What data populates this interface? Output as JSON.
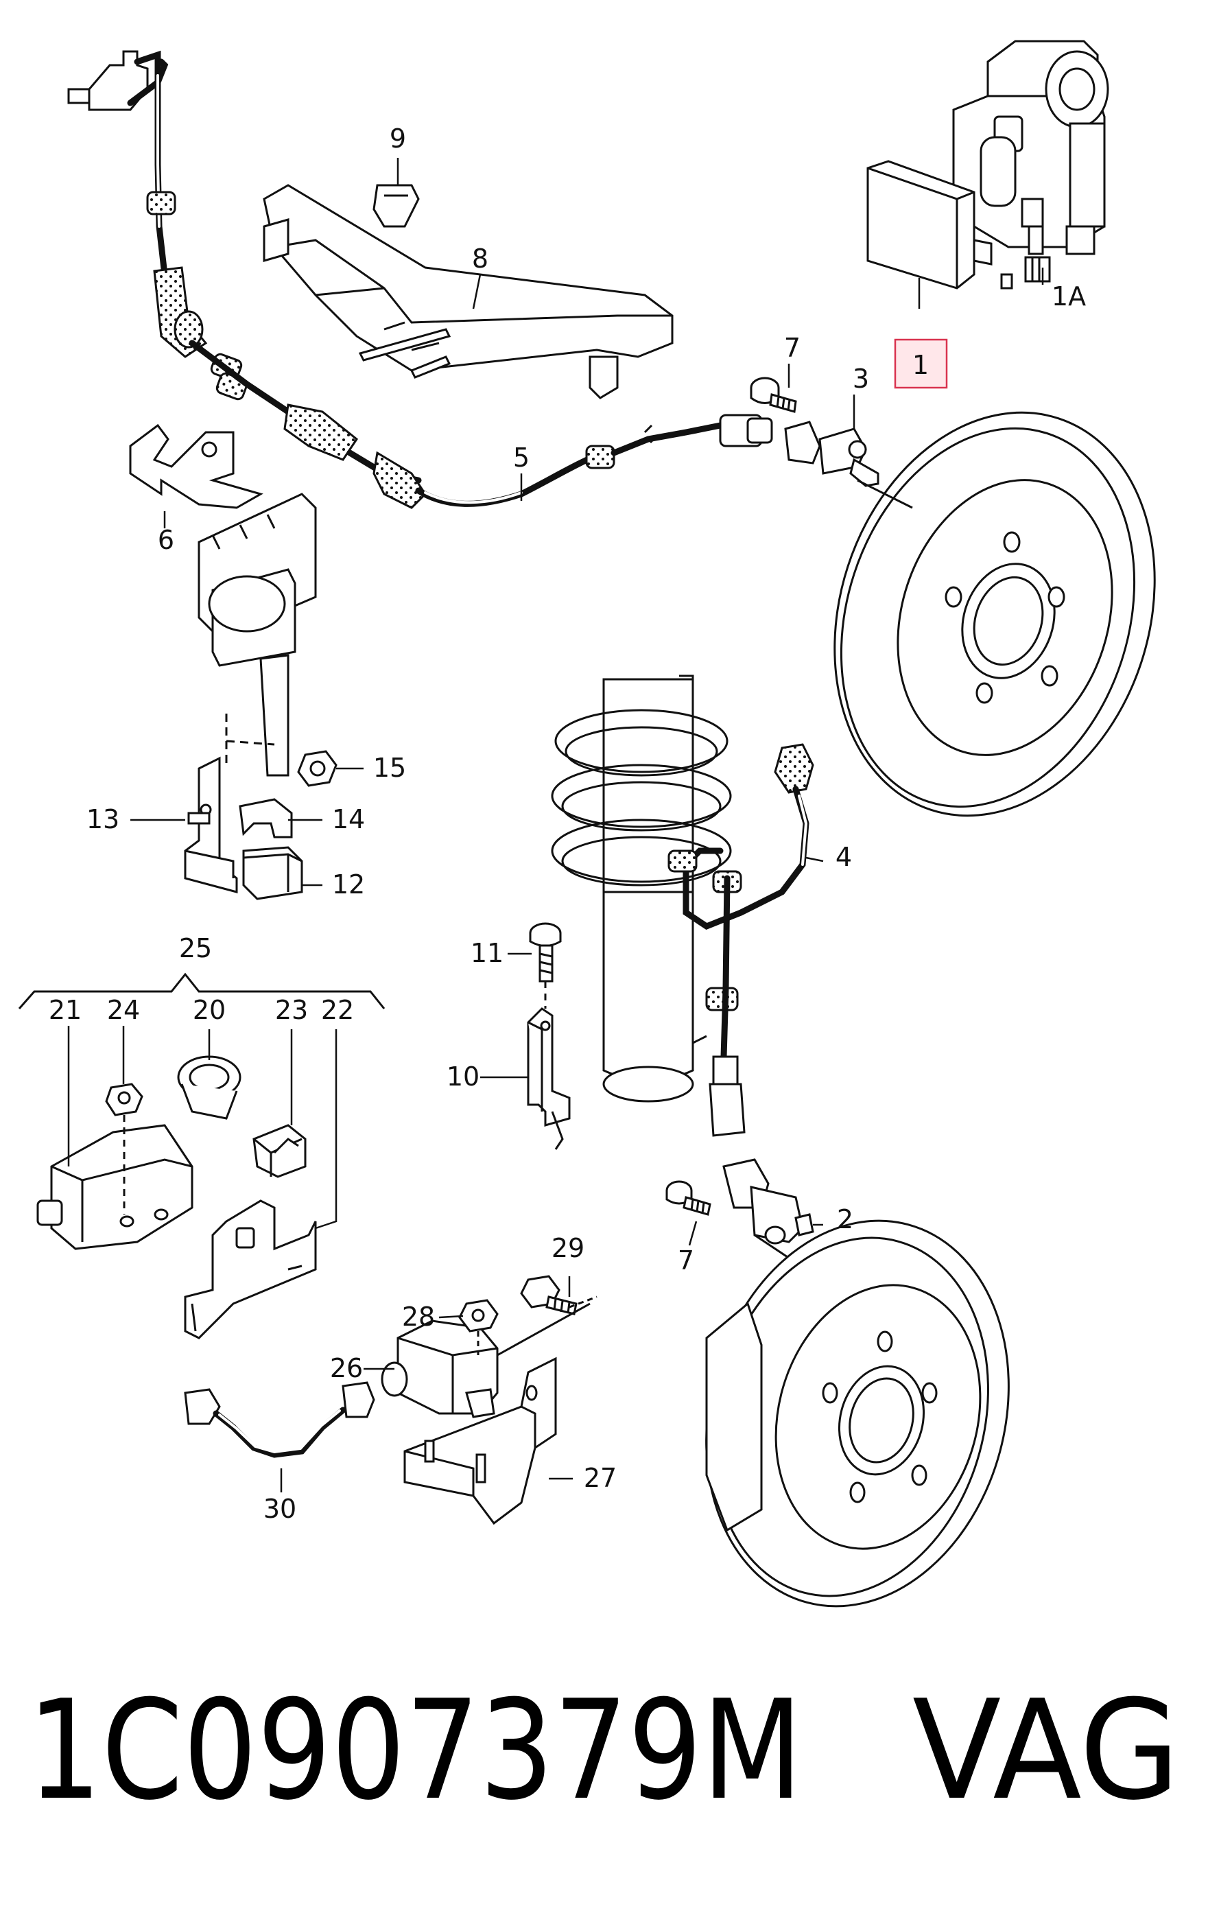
{
  "labels": {
    "p1": "1",
    "p1a": "1A",
    "p2": "2",
    "p3": "3",
    "p4": "4",
    "p5": "5",
    "p6": "6",
    "p7a": "7",
    "p7b": "7",
    "p8": "8",
    "p9": "9",
    "p10": "10",
    "p11": "11",
    "p12": "12",
    "p13": "13",
    "p14": "14",
    "p15": "15",
    "p20": "20",
    "p21": "21",
    "p22": "22",
    "p23": "23",
    "p24": "24",
    "p25": "25",
    "p26": "26",
    "p27": "27",
    "p28": "28",
    "p29": "29",
    "p30": "30"
  },
  "footer": {
    "part_number": "1C0907379M",
    "brand": "VAG"
  },
  "highlight": {
    "selected_part": "1",
    "color": "#d9334f"
  }
}
